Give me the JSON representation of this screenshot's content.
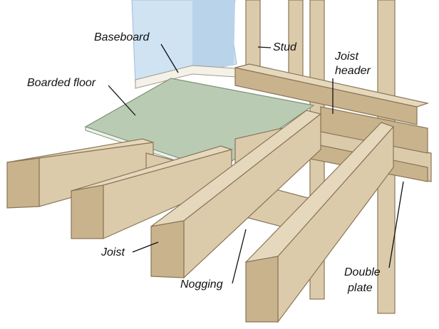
{
  "labels": {
    "baseboard": "Baseboard",
    "stud": "Stud",
    "joist_header_1": "Joist",
    "joist_header_2": "header",
    "boarded_floor": "Boarded floor",
    "joist": "Joist",
    "nogging": "Nogging",
    "double_plate_1": "Double",
    "double_plate_2": "plate"
  },
  "colors": {
    "wall": "#cfe3f3",
    "wood": "#dccbab",
    "floor": "#b9ccb3"
  }
}
